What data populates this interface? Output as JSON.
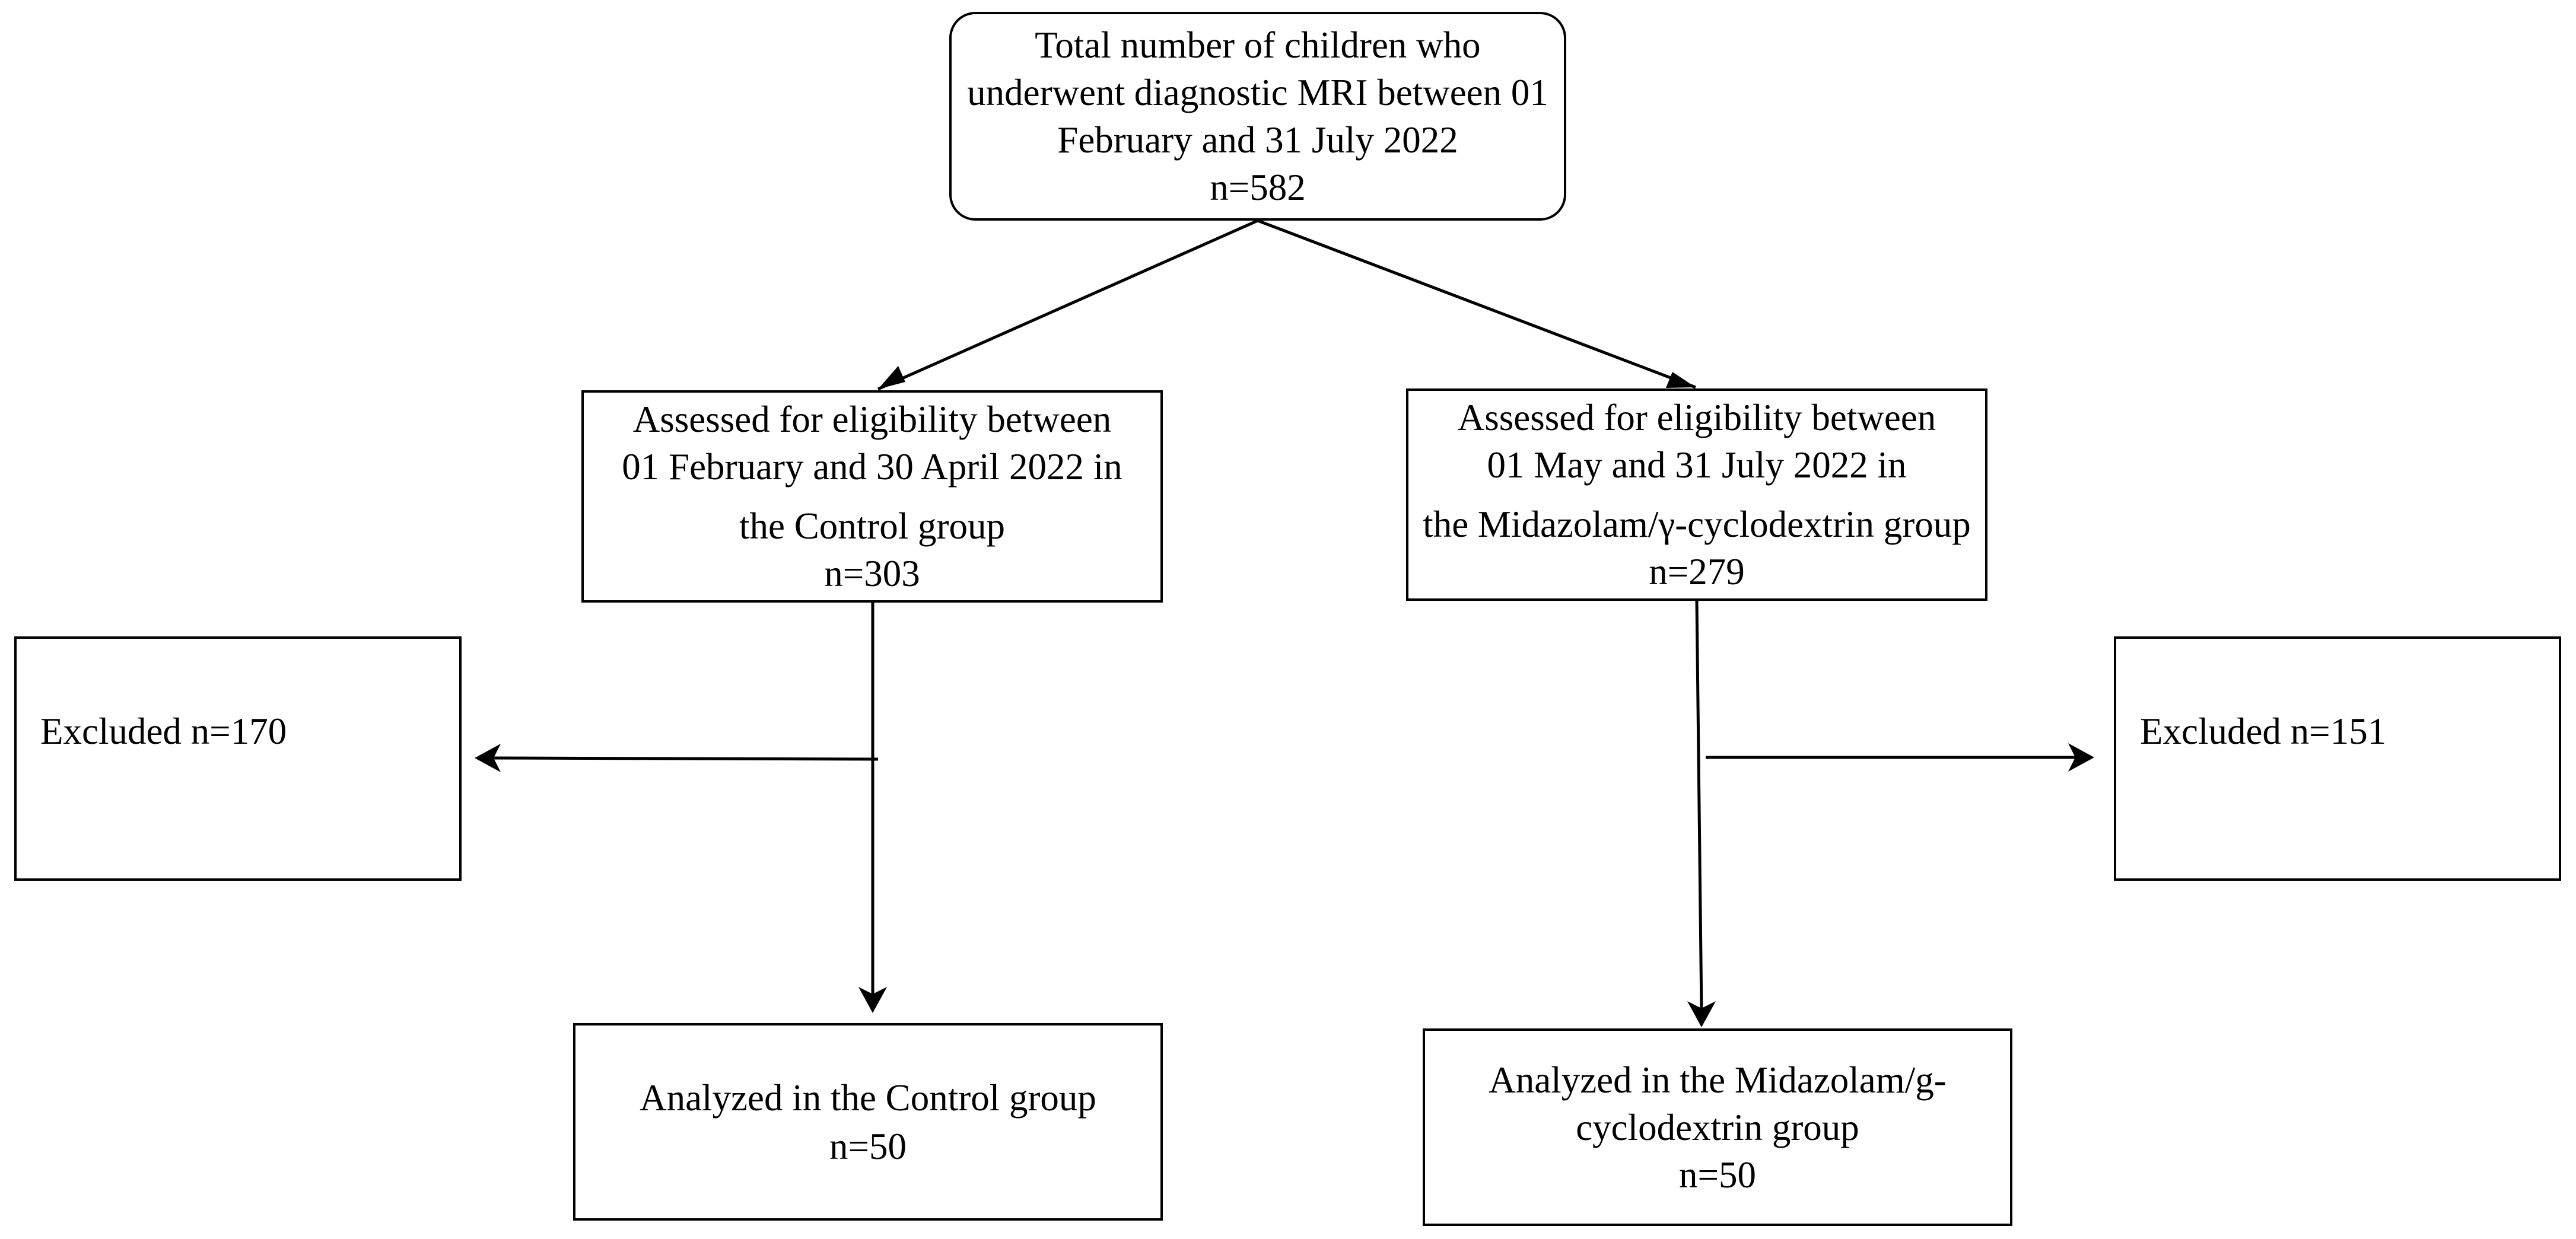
{
  "nodes": {
    "total": {
      "lines": [
        "Total number of children who",
        "underwent diagnostic MRI between 01",
        "February and 31 July 2022",
        "n=582"
      ]
    },
    "assess_control": {
      "lines": [
        "Assessed for eligibility between",
        "01 February and 30 April 2022 in",
        "the Control group",
        "n=303"
      ]
    },
    "assess_mid": {
      "lines": [
        "Assessed for eligibility between",
        "01 May and 31 July 2022 in",
        "the Midazolam/γ-cyclodextrin group",
        "n=279"
      ]
    },
    "excluded_control": {
      "text": "Excluded n=170"
    },
    "excluded_mid": {
      "text": "Excluded n=151"
    },
    "analyzed_control": {
      "lines": [
        "Analyzed in the Control group",
        "n=50"
      ]
    },
    "analyzed_mid": {
      "lines": [
        "Analyzed in the Midazolam/g-",
        "cyclodextrin group",
        "n=50"
      ]
    }
  },
  "edges": [
    {
      "from": "total",
      "to": "assess_control"
    },
    {
      "from": "total",
      "to": "assess_mid"
    },
    {
      "from": "assess_control",
      "to": "excluded_control"
    },
    {
      "from": "assess_control",
      "to": "analyzed_control"
    },
    {
      "from": "assess_mid",
      "to": "excluded_mid"
    },
    {
      "from": "assess_mid",
      "to": "analyzed_mid"
    }
  ],
  "colors": {
    "stroke": "#000000",
    "background": "#ffffff"
  }
}
